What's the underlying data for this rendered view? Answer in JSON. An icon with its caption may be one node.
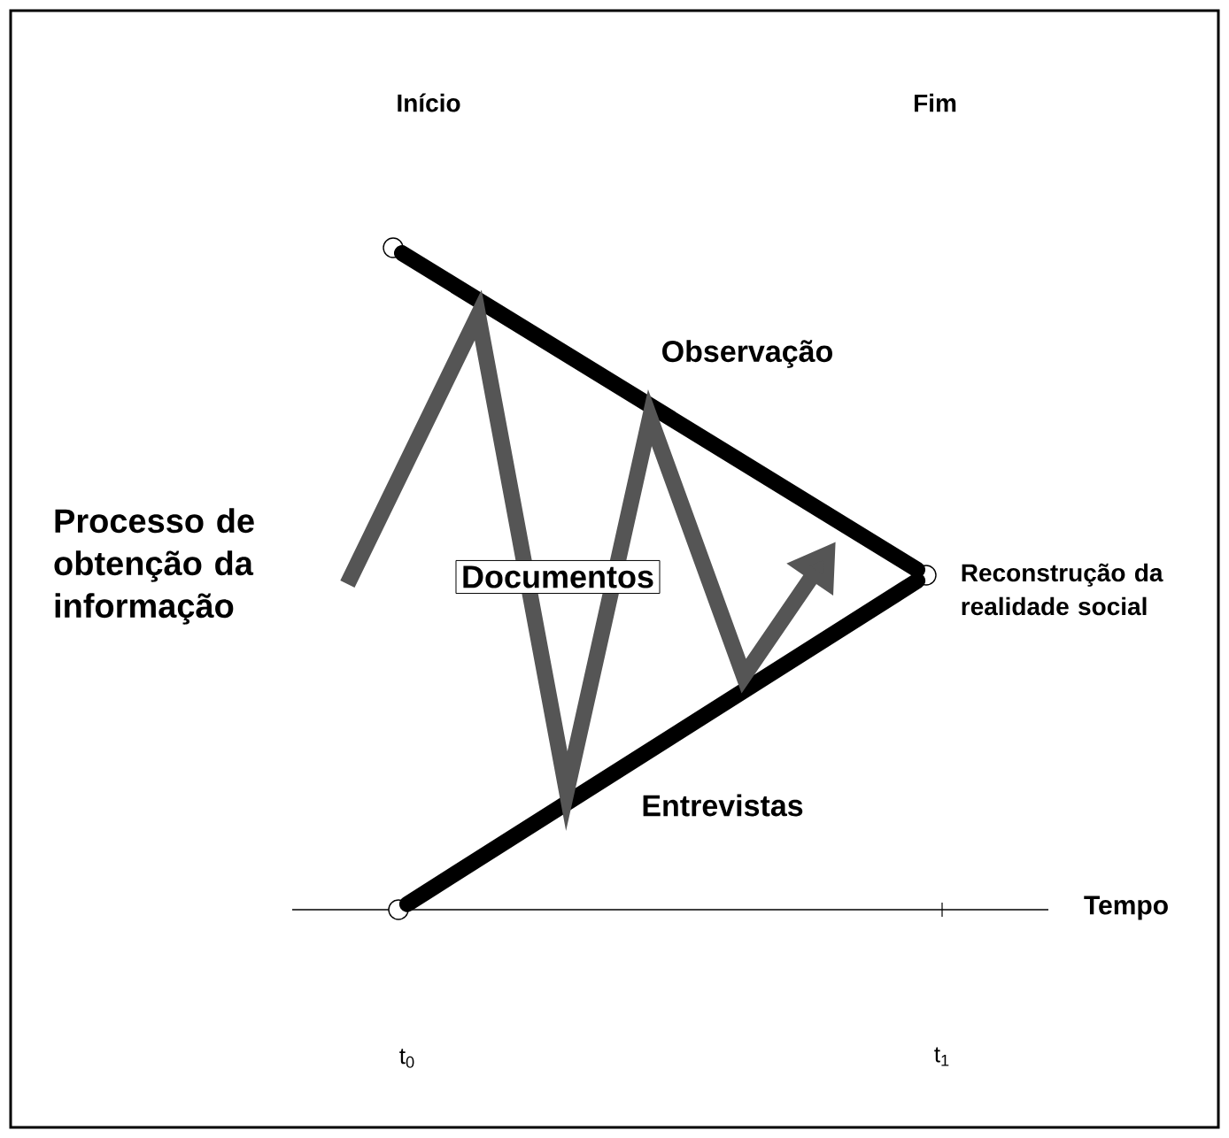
{
  "diagram": {
    "nodes": [
      {
        "text": [],
        "shape": "circle"
      },
      {
        "text": [],
        "shape": "circle"
      },
      {
        "text": [],
        "shape": "circle",
        "beside": [
          "Reconstrução da realidade social"
        ]
      },
      {
        "text": [
          "Processo de obtenção da informação"
        ]
      },
      {
        "text": [
          "Documentos"
        ]
      }
    ],
    "edges": [
      {
        "from": 0,
        "to": 2,
        "arrow": "none"
      },
      {
        "from": 1,
        "to": 2,
        "arrow": "none"
      },
      {
        "from": 3,
        "to": null,
        "arrow": "to",
        "color": "#555555"
      }
    ],
    "labels": [
      "Início",
      "Fim",
      "Observação",
      "Entrevistas",
      "Tempo",
      "t$_{0}$",
      "t$_{1}$"
    ]
  }
}
